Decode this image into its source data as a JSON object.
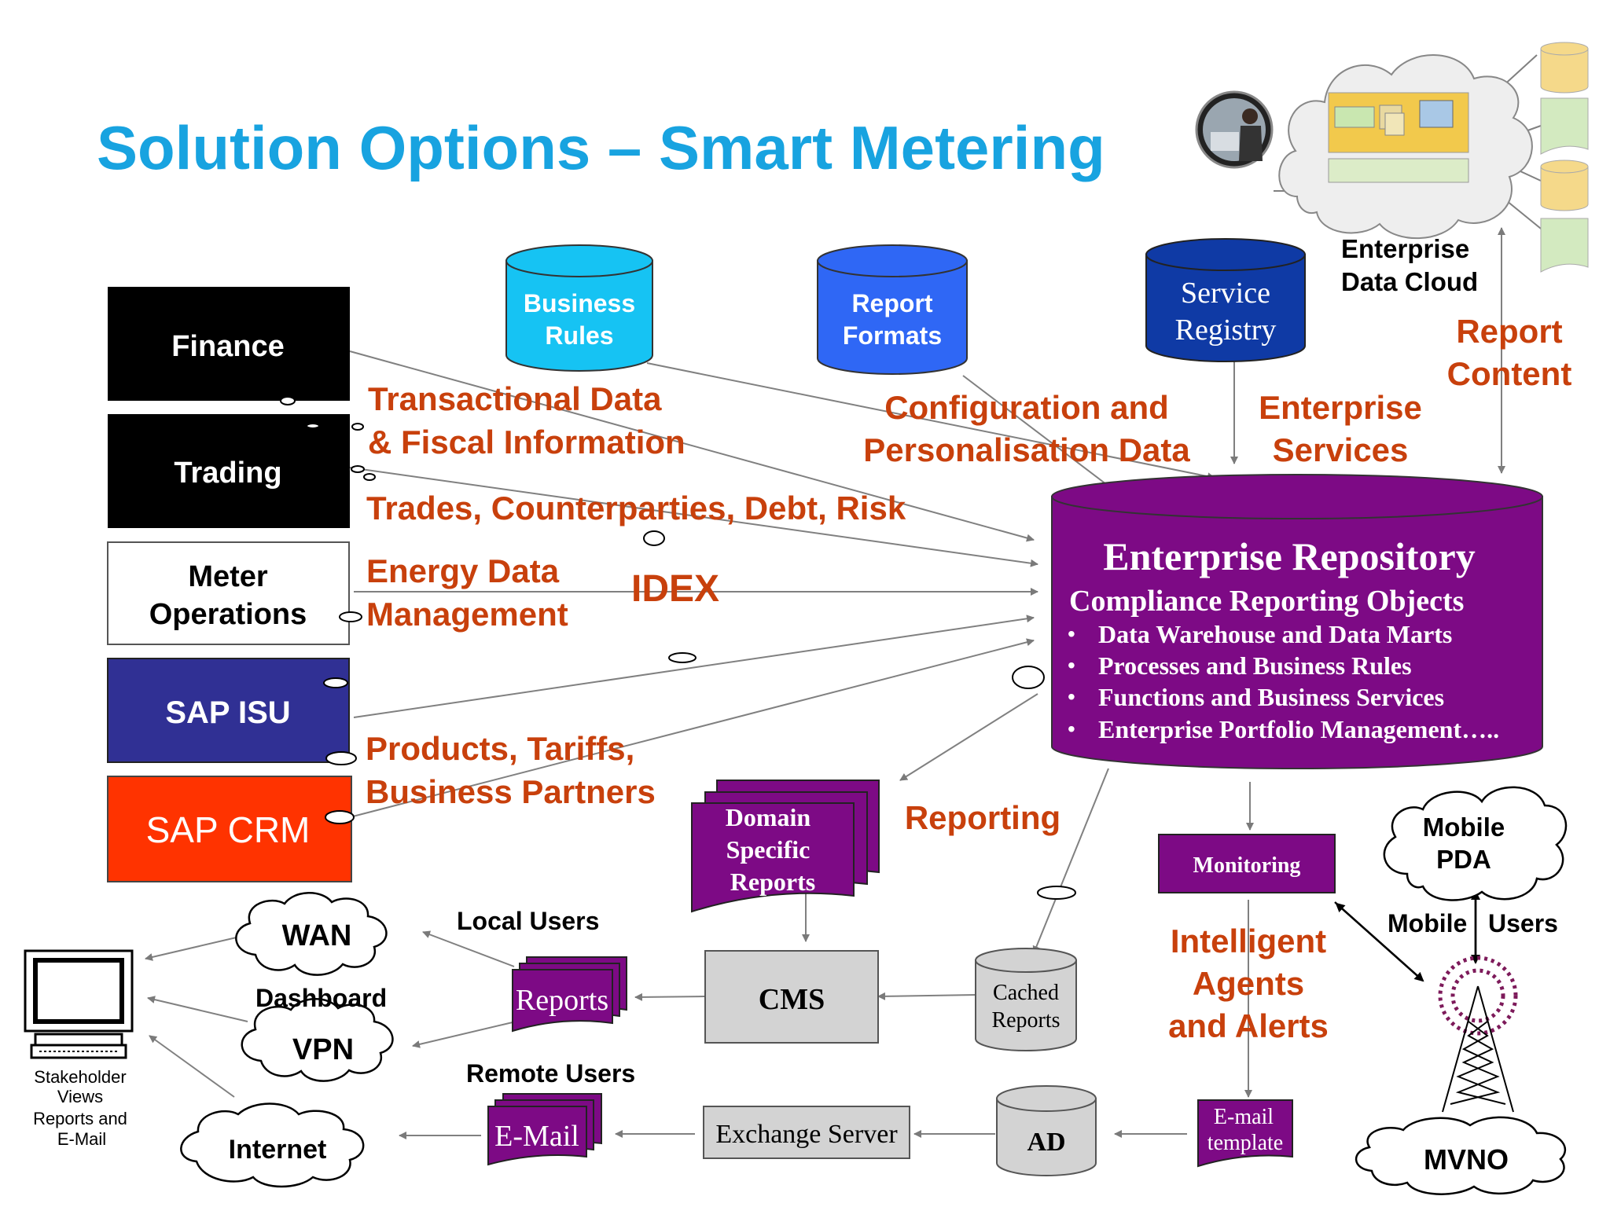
{
  "title": "Solution Options – Smart Metering",
  "sources": [
    {
      "id": "finance",
      "label": "Finance"
    },
    {
      "id": "trading",
      "label": "Trading"
    },
    {
      "id": "meter",
      "label_line1": "Meter",
      "label_line2": "Operations"
    },
    {
      "id": "sap_isu",
      "label": "SAP ISU"
    },
    {
      "id": "sap_crm",
      "label": "SAP CRM"
    }
  ],
  "databases": {
    "business_rules": {
      "line1": "Business",
      "line2": "Rules"
    },
    "report_formats": {
      "line1": "Report",
      "line2": "Formats"
    },
    "service_registry": {
      "line1": "Service",
      "line2": "Registry"
    }
  },
  "flow_labels": {
    "transactional_1": "Transactional Data",
    "transactional_2": "& Fiscal Information",
    "trades": "Trades, Counterparties, Debt, Risk",
    "energy_1": "Energy Data",
    "energy_2": "Management",
    "idex": "IDEX",
    "products_1": "Products, Tariffs,",
    "products_2": "Business Partners",
    "config_1": "Configuration and",
    "config_2": "Personalisation Data",
    "enterprise_services_1": "Enterprise",
    "enterprise_services_2": "Services",
    "report_content_1": "Report",
    "report_content_2": "Content",
    "reporting": "Reporting",
    "intelligent_1": "Intelligent",
    "intelligent_2": "Agents",
    "intelligent_3": "and Alerts"
  },
  "cloud": {
    "label_1": "Enterprise",
    "label_2": "Data Cloud"
  },
  "repository": {
    "title": "Enterprise Repository",
    "subtitle": "Compliance Reporting Objects",
    "bullets": [
      "Data Warehouse and Data Marts",
      "Processes and Business Rules",
      "Functions and Business Services",
      "Enterprise Portfolio Management….."
    ]
  },
  "reports": {
    "domain_1": "Domain",
    "domain_2": "Specific",
    "domain_3": "Reports",
    "reports": "Reports",
    "email": "E-Mail"
  },
  "systems": {
    "cms": "CMS",
    "cached_1": "Cached",
    "cached_2": "Reports",
    "exchange": "Exchange Server",
    "ad": "AD",
    "monitoring": "Monitoring",
    "template_1": "E-mail",
    "template_2": "template"
  },
  "networks": {
    "wan": "WAN",
    "vpn": "VPN",
    "internet": "Internet",
    "mobile_pda_1": "Mobile",
    "mobile_pda_2": "PDA",
    "mvno": "MVNO"
  },
  "user_labels": {
    "local": "Local Users",
    "dashboard": "Dashboard",
    "remote": "Remote Users",
    "mobile_users_1": "Mobile",
    "mobile_users_2": "Users"
  },
  "stakeholder": {
    "line1": "Stakeholder",
    "line2": "Views",
    "line3": "Reports  and",
    "line4": "E-Mail"
  },
  "colors": {
    "title_blue": "#18a3e0",
    "label_orange": "#c8400c",
    "purple": "#7d0a85",
    "sap_isu": "#303094",
    "sap_crm": "#ff3300",
    "business_rules": "#16c3f3",
    "report_formats": "#2f67f5",
    "service_registry": "#0f3aa5",
    "arrow_gray": "#808080"
  }
}
